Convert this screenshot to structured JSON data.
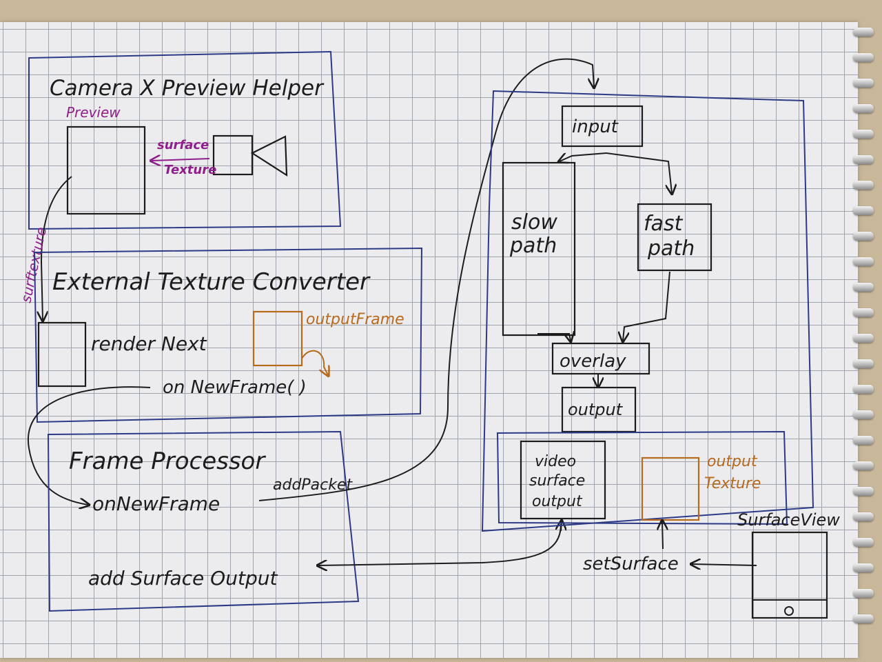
{
  "colors": {
    "ink": "#1c1c1c",
    "container_blue": "#2c3a86",
    "purple": "#8e1f8a",
    "orange": "#b86a1c"
  },
  "camera_helper": {
    "title": "Camera X Preview Helper",
    "preview_label": "Preview",
    "surface_texture_label_1": "surface",
    "surface_texture_label_2": "Texture",
    "camera_icon": "camera-icon"
  },
  "link_surface_texture": "surftexture",
  "converter": {
    "title": "External Texture Converter",
    "render_next": "render Next",
    "output_frame": "outputFrame",
    "on_new_frame": "on NewFrame( )"
  },
  "processor": {
    "title": "Frame Processor",
    "on_new_frame": "onNewFrame",
    "add_packet": "addPacket",
    "add_surface_output": "add Surface Output"
  },
  "graph": {
    "input": "input",
    "slow_path_1": "slow",
    "slow_path_2": "path",
    "fast_path_1": "fast",
    "fast_path_2": "path",
    "overlay": "overlay",
    "output": "output",
    "video_line_1": "video",
    "video_line_2": "surface",
    "video_line_3": "output",
    "output_texture_1": "output",
    "output_texture_2": "Texture"
  },
  "surface_view": {
    "title": "SurfaceView",
    "set_surface": "setSurface"
  }
}
